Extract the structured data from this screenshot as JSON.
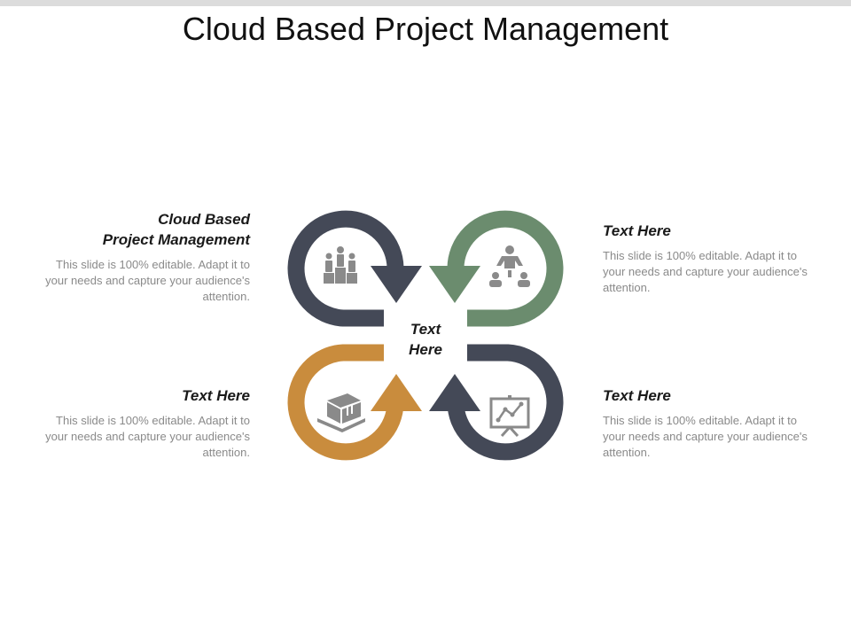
{
  "title": "Cloud Based Project Management",
  "center_label": "Text\nHere",
  "colors": {
    "dark": "#444957",
    "green": "#6b8c6e",
    "orange": "#c98c3d",
    "icon": "#8a8a8a"
  },
  "blocks": [
    {
      "heading": "Cloud Based\nProject Management",
      "text": "This slide is 100% editable. Adapt it to your needs and capture your audience's attention.",
      "icon": "team-podium-icon"
    },
    {
      "heading": "Text Here",
      "text": "This slide is 100% editable. Adapt it to your needs and capture your audience's attention.",
      "icon": "org-hierarchy-icon"
    },
    {
      "heading": "Text Here",
      "text": "This slide is 100% editable. Adapt it to your needs and capture your audience's attention.",
      "icon": "package-pallet-icon"
    },
    {
      "heading": "Text Here",
      "text": "This slide is 100% editable. Adapt it to your needs and capture your audience's attention.",
      "icon": "presentation-chart-icon"
    }
  ]
}
